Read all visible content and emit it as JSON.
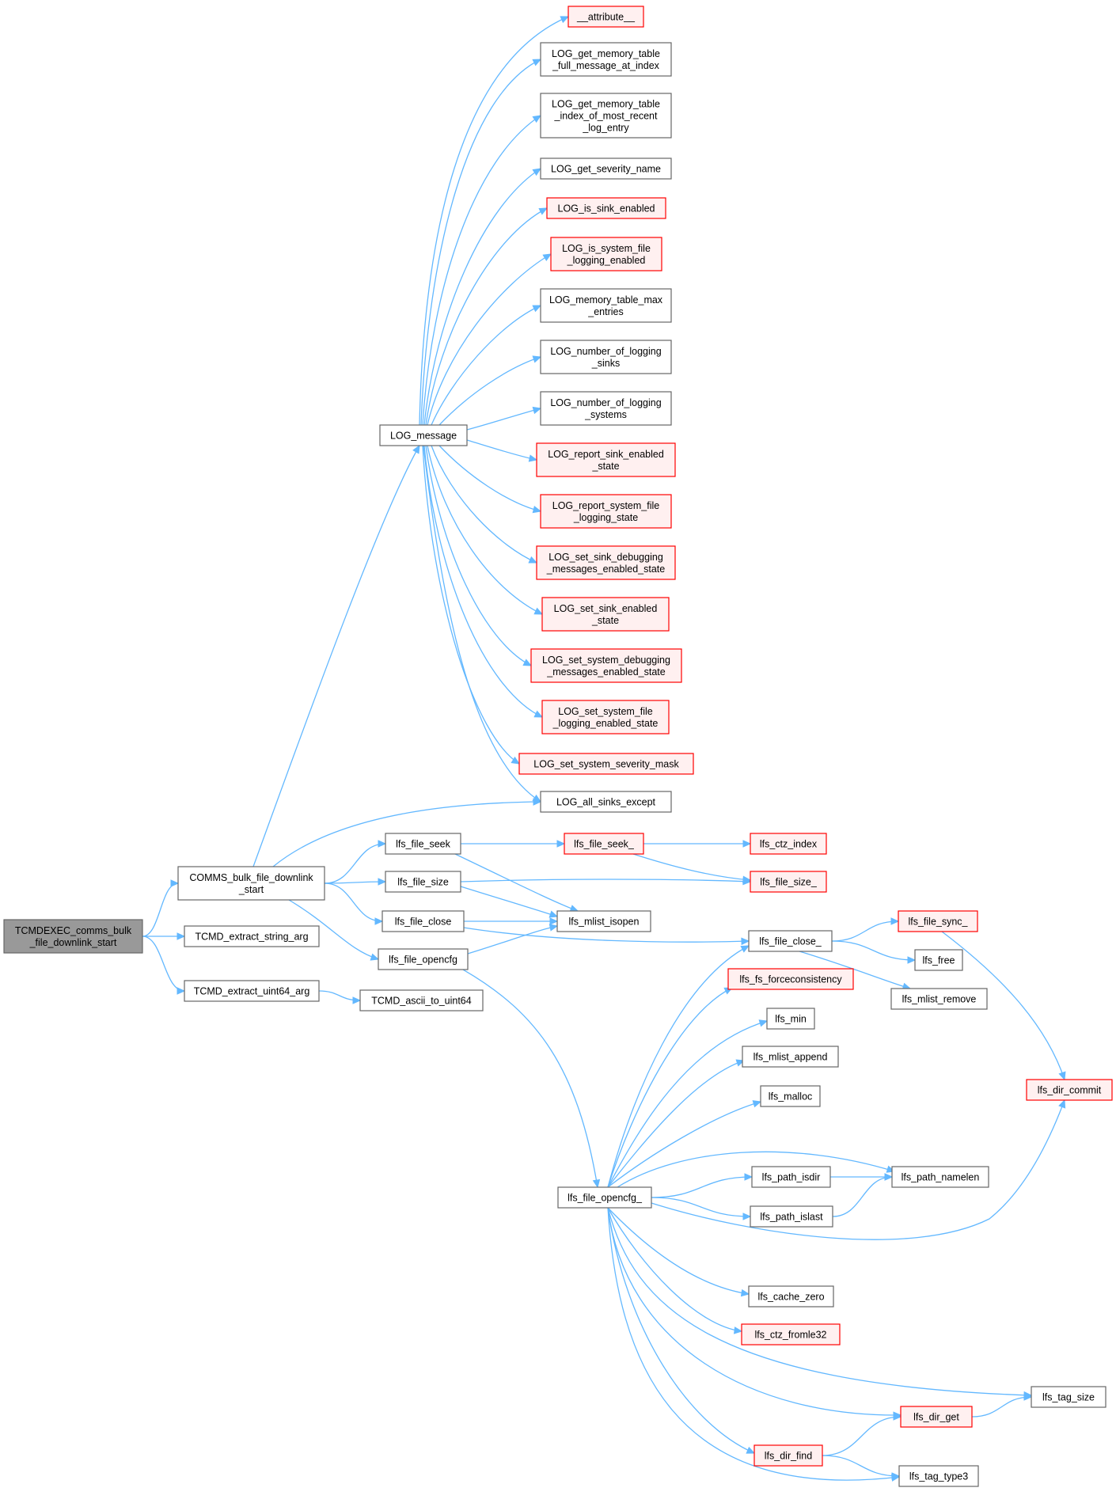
{
  "colors": {
    "edge": "#63b8ff",
    "node_border": "#666666",
    "node_fill": "#ffffff",
    "red_border": "#ff0000",
    "red_fill": "#fff0f0",
    "root_fill": "#999999",
    "root_border": "#666666"
  },
  "nodes": [
    {
      "id": "root",
      "lines": [
        "TCMDEXEC_comms_bulk",
        "_file_downlink_start"
      ],
      "style": "root"
    },
    {
      "id": "comms",
      "lines": [
        "COMMS_bulk_file_downlink",
        "_start"
      ],
      "style": "normal"
    },
    {
      "id": "extract_string",
      "lines": [
        "TCMD_extract_string_arg"
      ],
      "style": "normal"
    },
    {
      "id": "extract_uint64",
      "lines": [
        "TCMD_extract_uint64_arg"
      ],
      "style": "normal"
    },
    {
      "id": "ascii_uint64",
      "lines": [
        "TCMD_ascii_to_uint64"
      ],
      "style": "normal"
    },
    {
      "id": "log_message",
      "lines": [
        "LOG_message"
      ],
      "style": "normal"
    },
    {
      "id": "attribute",
      "lines": [
        "__attribute__"
      ],
      "style": "red"
    },
    {
      "id": "log_full",
      "lines": [
        "LOG_get_memory_table",
        "_full_message_at_index"
      ],
      "style": "normal"
    },
    {
      "id": "log_index",
      "lines": [
        "LOG_get_memory_table",
        "_index_of_most_recent",
        "_log_entry"
      ],
      "style": "normal"
    },
    {
      "id": "log_sev_name",
      "lines": [
        "LOG_get_severity_name"
      ],
      "style": "normal"
    },
    {
      "id": "log_sink_en",
      "lines": [
        "LOG_is_sink_enabled"
      ],
      "style": "red"
    },
    {
      "id": "log_sys_file",
      "lines": [
        "LOG_is_system_file",
        "_logging_enabled"
      ],
      "style": "red"
    },
    {
      "id": "log_mem_max",
      "lines": [
        "LOG_memory_table_max",
        "_entries"
      ],
      "style": "normal"
    },
    {
      "id": "log_num_sinks",
      "lines": [
        "LOG_number_of_logging",
        "_sinks"
      ],
      "style": "normal"
    },
    {
      "id": "log_num_sys",
      "lines": [
        "LOG_number_of_logging",
        "_systems"
      ],
      "style": "normal"
    },
    {
      "id": "log_rep_sink",
      "lines": [
        "LOG_report_sink_enabled",
        "_state"
      ],
      "style": "red"
    },
    {
      "id": "log_rep_sys",
      "lines": [
        "LOG_report_system_file",
        "_logging_state"
      ],
      "style": "red"
    },
    {
      "id": "log_set_sink_dbg",
      "lines": [
        "LOG_set_sink_debugging",
        "_messages_enabled_state"
      ],
      "style": "red"
    },
    {
      "id": "log_set_sink_en",
      "lines": [
        "LOG_set_sink_enabled",
        "_state"
      ],
      "style": "red"
    },
    {
      "id": "log_set_sys_dbg",
      "lines": [
        "LOG_set_system_debugging",
        "_messages_enabled_state"
      ],
      "style": "red"
    },
    {
      "id": "log_set_sys_file",
      "lines": [
        "LOG_set_system_file",
        "_logging_enabled_state"
      ],
      "style": "red"
    },
    {
      "id": "log_set_sev",
      "lines": [
        "LOG_set_system_severity_mask"
      ],
      "style": "red"
    },
    {
      "id": "log_all_sinks",
      "lines": [
        "LOG_all_sinks_except"
      ],
      "style": "normal"
    },
    {
      "id": "lfs_file_seek",
      "lines": [
        "lfs_file_seek"
      ],
      "style": "normal"
    },
    {
      "id": "lfs_file_size",
      "lines": [
        "lfs_file_size"
      ],
      "style": "normal"
    },
    {
      "id": "lfs_file_close",
      "lines": [
        "lfs_file_close"
      ],
      "style": "normal"
    },
    {
      "id": "lfs_file_opencfg",
      "lines": [
        "lfs_file_opencfg"
      ],
      "style": "normal"
    },
    {
      "id": "lfs_file_seek_",
      "lines": [
        "lfs_file_seek_"
      ],
      "style": "red"
    },
    {
      "id": "lfs_ctz_index",
      "lines": [
        "lfs_ctz_index"
      ],
      "style": "red"
    },
    {
      "id": "lfs_file_size_",
      "lines": [
        "lfs_file_size_"
      ],
      "style": "red"
    },
    {
      "id": "lfs_mlist_isopen",
      "lines": [
        "lfs_mlist_isopen"
      ],
      "style": "normal"
    },
    {
      "id": "lfs_file_close_",
      "lines": [
        "lfs_file_close_"
      ],
      "style": "normal"
    },
    {
      "id": "lfs_file_sync_",
      "lines": [
        "lfs_file_sync_"
      ],
      "style": "red"
    },
    {
      "id": "lfs_free",
      "lines": [
        "lfs_free"
      ],
      "style": "normal"
    },
    {
      "id": "lfs_mlist_remove",
      "lines": [
        "lfs_mlist_remove"
      ],
      "style": "normal"
    },
    {
      "id": "lfs_dir_commit",
      "lines": [
        "lfs_dir_commit"
      ],
      "style": "red"
    },
    {
      "id": "lfs_fs_force",
      "lines": [
        "lfs_fs_forceconsistency"
      ],
      "style": "red"
    },
    {
      "id": "lfs_min",
      "lines": [
        "lfs_min"
      ],
      "style": "normal"
    },
    {
      "id": "lfs_mlist_append",
      "lines": [
        "lfs_mlist_append"
      ],
      "style": "normal"
    },
    {
      "id": "lfs_malloc",
      "lines": [
        "lfs_malloc"
      ],
      "style": "normal"
    },
    {
      "id": "lfs_file_opencfg_",
      "lines": [
        "lfs_file_opencfg_"
      ],
      "style": "normal"
    },
    {
      "id": "lfs_path_isdir",
      "lines": [
        "lfs_path_isdir"
      ],
      "style": "normal"
    },
    {
      "id": "lfs_path_namelen",
      "lines": [
        "lfs_path_namelen"
      ],
      "style": "normal"
    },
    {
      "id": "lfs_path_islast",
      "lines": [
        "lfs_path_islast"
      ],
      "style": "normal"
    },
    {
      "id": "lfs_cache_zero",
      "lines": [
        "lfs_cache_zero"
      ],
      "style": "normal"
    },
    {
      "id": "lfs_ctz_fromle32",
      "lines": [
        "lfs_ctz_fromle32"
      ],
      "style": "red"
    },
    {
      "id": "lfs_tag_size",
      "lines": [
        "lfs_tag_size"
      ],
      "style": "normal"
    },
    {
      "id": "lfs_dir_get",
      "lines": [
        "lfs_dir_get"
      ],
      "style": "red"
    },
    {
      "id": "lfs_dir_find",
      "lines": [
        "lfs_dir_find"
      ],
      "style": "red"
    },
    {
      "id": "lfs_tag_type3",
      "lines": [
        "lfs_tag_type3"
      ],
      "style": "normal"
    }
  ],
  "edges": [
    [
      "root",
      "comms"
    ],
    [
      "root",
      "extract_string"
    ],
    [
      "root",
      "extract_uint64"
    ],
    [
      "extract_uint64",
      "ascii_uint64"
    ],
    [
      "comms",
      "log_message"
    ],
    [
      "comms",
      "log_all_sinks"
    ],
    [
      "comms",
      "lfs_file_seek"
    ],
    [
      "comms",
      "lfs_file_size"
    ],
    [
      "comms",
      "lfs_file_close"
    ],
    [
      "comms",
      "lfs_file_opencfg"
    ],
    [
      "log_message",
      "attribute"
    ],
    [
      "log_message",
      "log_full"
    ],
    [
      "log_message",
      "log_index"
    ],
    [
      "log_message",
      "log_sev_name"
    ],
    [
      "log_message",
      "log_sink_en"
    ],
    [
      "log_message",
      "log_sys_file"
    ],
    [
      "log_message",
      "log_mem_max"
    ],
    [
      "log_message",
      "log_num_sinks"
    ],
    [
      "log_message",
      "log_num_sys"
    ],
    [
      "log_message",
      "log_rep_sink"
    ],
    [
      "log_message",
      "log_rep_sys"
    ],
    [
      "log_message",
      "log_set_sink_dbg"
    ],
    [
      "log_message",
      "log_set_sink_en"
    ],
    [
      "log_message",
      "log_set_sys_dbg"
    ],
    [
      "log_message",
      "log_set_sys_file"
    ],
    [
      "log_message",
      "log_set_sev"
    ],
    [
      "log_message",
      "log_all_sinks"
    ],
    [
      "lfs_file_seek",
      "lfs_file_seek_"
    ],
    [
      "lfs_file_seek",
      "lfs_mlist_isopen"
    ],
    [
      "lfs_file_seek_",
      "lfs_ctz_index"
    ],
    [
      "lfs_file_seek_",
      "lfs_file_size_"
    ],
    [
      "lfs_file_size",
      "lfs_file_size_"
    ],
    [
      "lfs_file_size",
      "lfs_mlist_isopen"
    ],
    [
      "lfs_file_close",
      "lfs_mlist_isopen"
    ],
    [
      "lfs_file_close",
      "lfs_file_close_"
    ],
    [
      "lfs_file_opencfg",
      "lfs_mlist_isopen"
    ],
    [
      "lfs_file_opencfg",
      "lfs_file_opencfg_"
    ],
    [
      "lfs_file_close_",
      "lfs_file_sync_"
    ],
    [
      "lfs_file_close_",
      "lfs_free"
    ],
    [
      "lfs_file_close_",
      "lfs_mlist_remove"
    ],
    [
      "lfs_file_sync_",
      "lfs_dir_commit"
    ],
    [
      "lfs_file_opencfg_",
      "lfs_file_close_"
    ],
    [
      "lfs_file_opencfg_",
      "lfs_fs_force"
    ],
    [
      "lfs_file_opencfg_",
      "lfs_min"
    ],
    [
      "lfs_file_opencfg_",
      "lfs_mlist_append"
    ],
    [
      "lfs_file_opencfg_",
      "lfs_malloc"
    ],
    [
      "lfs_file_opencfg_",
      "lfs_path_namelen"
    ],
    [
      "lfs_file_opencfg_",
      "lfs_path_isdir"
    ],
    [
      "lfs_file_opencfg_",
      "lfs_path_islast"
    ],
    [
      "lfs_file_opencfg_",
      "lfs_dir_commit"
    ],
    [
      "lfs_file_opencfg_",
      "lfs_cache_zero"
    ],
    [
      "lfs_file_opencfg_",
      "lfs_ctz_fromle32"
    ],
    [
      "lfs_file_opencfg_",
      "lfs_tag_size"
    ],
    [
      "lfs_file_opencfg_",
      "lfs_dir_get"
    ],
    [
      "lfs_file_opencfg_",
      "lfs_dir_find"
    ],
    [
      "lfs_file_opencfg_",
      "lfs_tag_type3"
    ],
    [
      "lfs_path_isdir",
      "lfs_path_namelen"
    ],
    [
      "lfs_path_islast",
      "lfs_path_namelen"
    ],
    [
      "lfs_dir_get",
      "lfs_tag_size"
    ],
    [
      "lfs_dir_find",
      "lfs_dir_get"
    ],
    [
      "lfs_dir_find",
      "lfs_tag_type3"
    ]
  ]
}
